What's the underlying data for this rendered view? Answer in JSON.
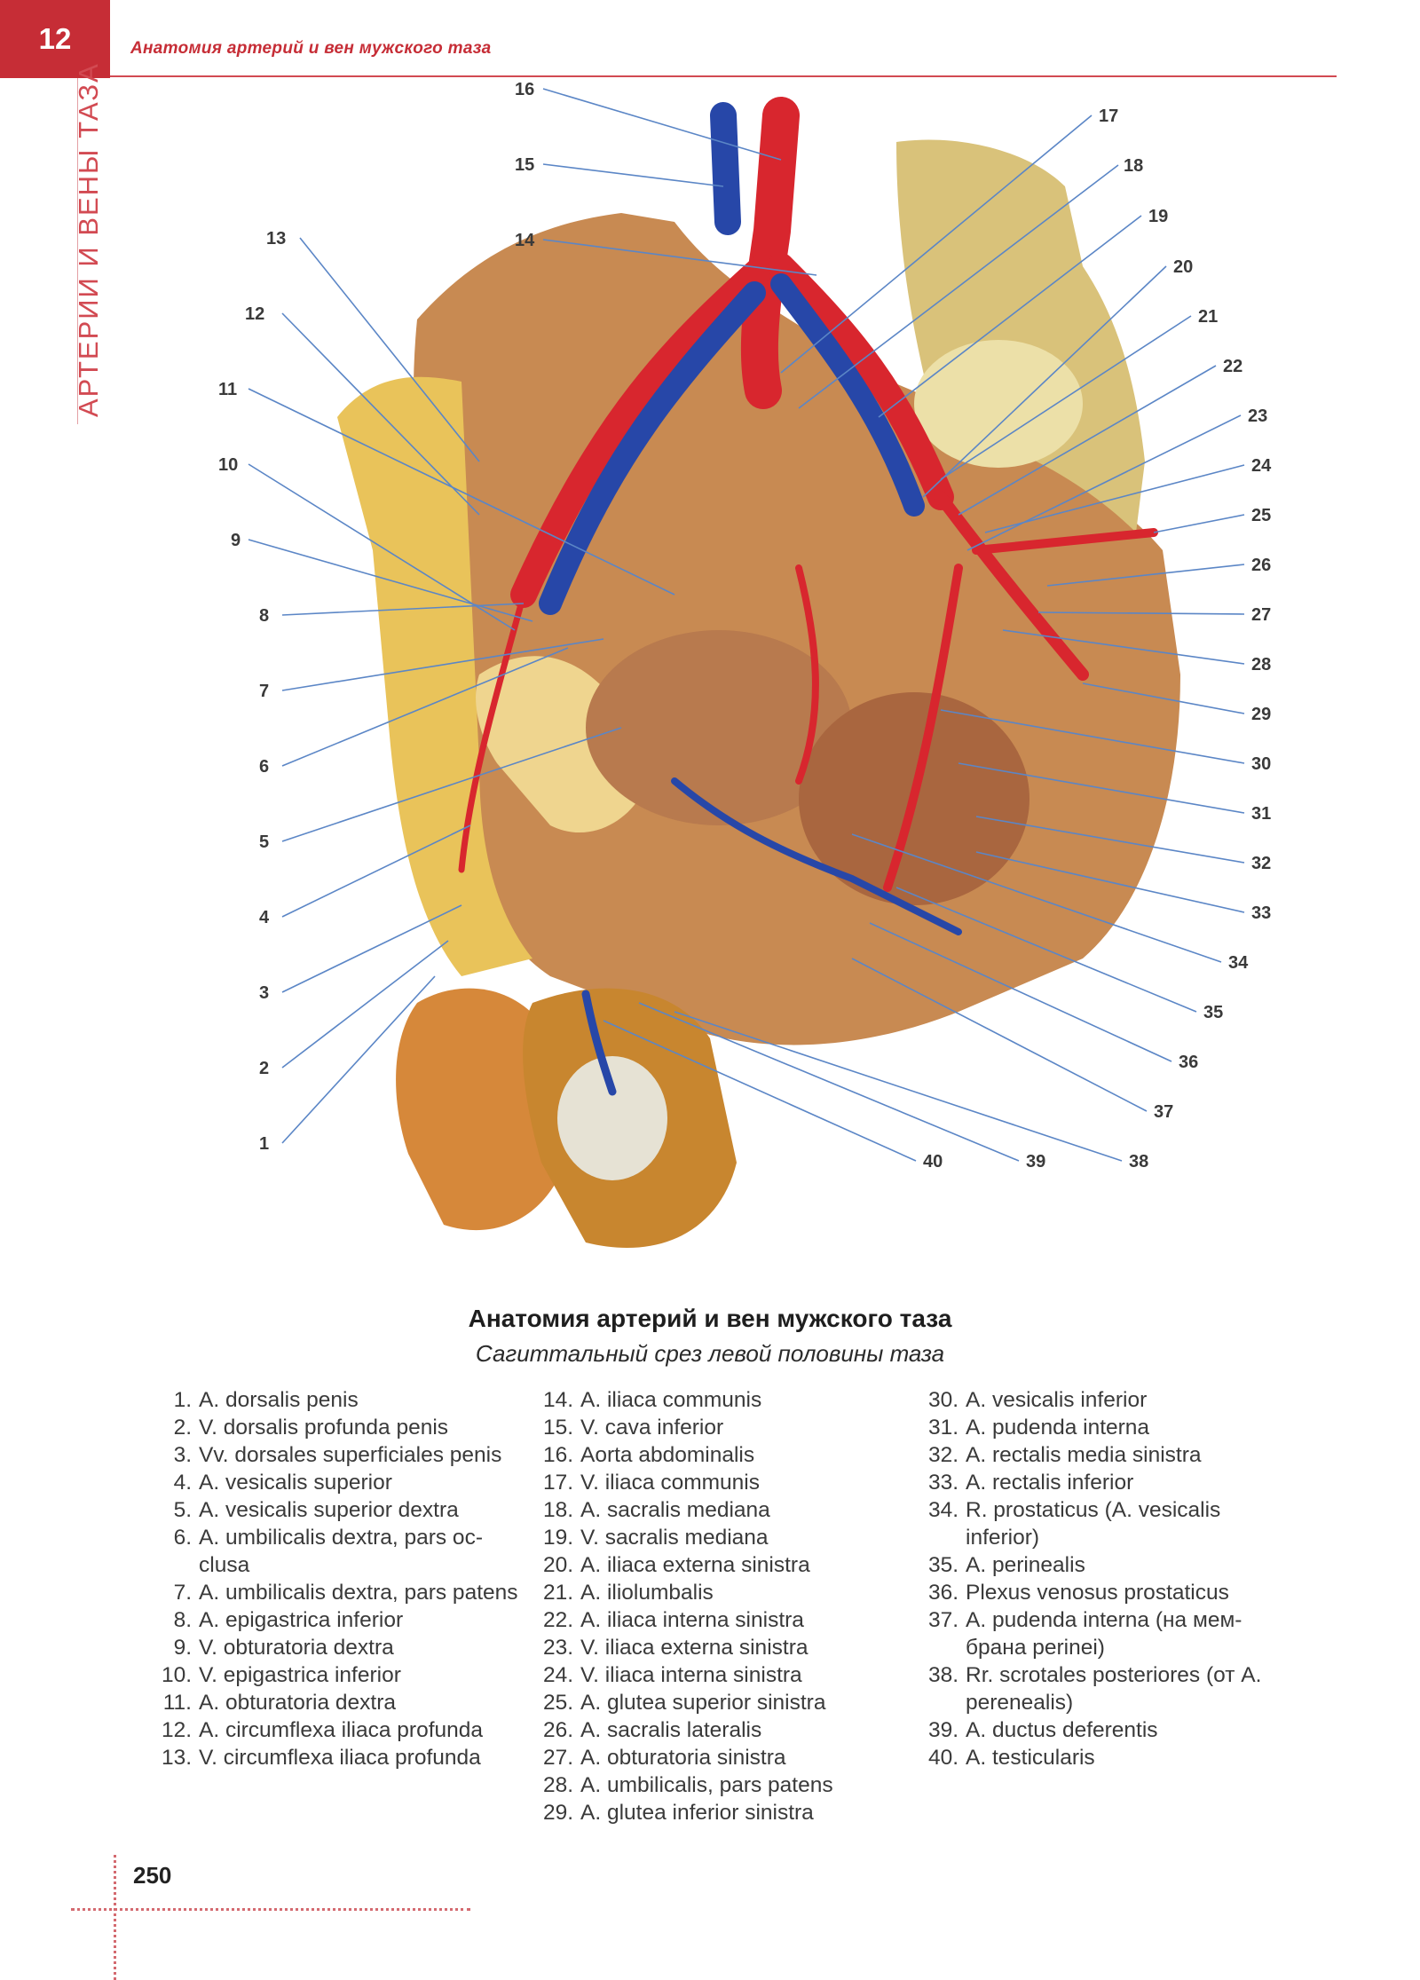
{
  "header": {
    "chapter_number": "12",
    "title": "Анатомия артерий и вен мужского таза",
    "side_title": "АРТЕРИИ И ВЕНЫ ТАЗА"
  },
  "figure": {
    "title": "Анатомия артерий и вен мужского таза",
    "subtitle": "Сагиттальный срез левой половины таза",
    "labels": [
      "1",
      "2",
      "3",
      "4",
      "5",
      "6",
      "7",
      "8",
      "9",
      "10",
      "11",
      "12",
      "13",
      "14",
      "15",
      "16",
      "17",
      "18",
      "19",
      "20",
      "21",
      "22",
      "23",
      "24",
      "25",
      "26",
      "27",
      "28",
      "29",
      "30",
      "31",
      "32",
      "33",
      "34",
      "35",
      "36",
      "37",
      "38",
      "39",
      "40"
    ]
  },
  "legend": {
    "col1": [
      {
        "num": "1.",
        "text": "A. dorsalis penis"
      },
      {
        "num": "2.",
        "text": "V. dorsalis profunda penis"
      },
      {
        "num": "3.",
        "text": "Vv. dorsales superficiales penis"
      },
      {
        "num": "4.",
        "text": "A. vesicalis superior"
      },
      {
        "num": "5.",
        "text": "A. vesicalis superior dextra"
      },
      {
        "num": "6.",
        "text": "A. umbilicalis dextra, pars oc-clusa"
      },
      {
        "num": "7.",
        "text": "A. umbilicalis dextra, pars patens"
      },
      {
        "num": "8.",
        "text": "A. epigastrica inferior"
      },
      {
        "num": "9.",
        "text": "V. obturatoria dextra"
      },
      {
        "num": "10.",
        "text": "V. epigastrica inferior"
      },
      {
        "num": "11.",
        "text": "A. obturatoria dextra"
      },
      {
        "num": "12.",
        "text": "A. circumflexa iliaca profunda"
      },
      {
        "num": "13.",
        "text": "V. circumflexa iliaca profunda"
      }
    ],
    "col2": [
      {
        "num": "14.",
        "text": "A. iliaca communis"
      },
      {
        "num": "15.",
        "text": "V. cava inferior"
      },
      {
        "num": "16.",
        "text": "Aorta abdominalis"
      },
      {
        "num": "17.",
        "text": "V. iliaca communis"
      },
      {
        "num": "18.",
        "text": "A. sacralis mediana"
      },
      {
        "num": "19.",
        "text": "V. sacralis mediana"
      },
      {
        "num": "20.",
        "text": "A. iliaca externa sinistra"
      },
      {
        "num": "21.",
        "text": "A. iliolumbalis"
      },
      {
        "num": "22.",
        "text": "A. iliaca interna sinistra"
      },
      {
        "num": "23.",
        "text": "V. iliaca externa sinistra"
      },
      {
        "num": "24.",
        "text": "V. iliaca interna sinistra"
      },
      {
        "num": "25.",
        "text": "A. glutea superior sinistra"
      },
      {
        "num": "26.",
        "text": "A. sacralis lateralis"
      },
      {
        "num": "27.",
        "text": "A. obturatoria sinistra"
      },
      {
        "num": "28.",
        "text": "A. umbilicalis, pars patens"
      },
      {
        "num": "29.",
        "text": "A. glutea inferior sinistra"
      }
    ],
    "col3": [
      {
        "num": "30.",
        "text": "A. vesicalis inferior"
      },
      {
        "num": "31.",
        "text": "A. pudenda interna"
      },
      {
        "num": "32.",
        "text": "A. rectalis media sinistra"
      },
      {
        "num": "33.",
        "text": "A. rectalis inferior"
      },
      {
        "num": "34.",
        "text": "R. prostaticus (A. vesicalis inferior)"
      },
      {
        "num": "35.",
        "text": "A. perinealis"
      },
      {
        "num": "36.",
        "text": "Plexus venosus prostaticus"
      },
      {
        "num": "37.",
        "text": "A. pudenda interna (на мем-брана perinei)"
      },
      {
        "num": "38.",
        "text": "Rr. scrotales posteriores (от A. perenealis)"
      },
      {
        "num": "39.",
        "text": "A. ductus deferentis"
      },
      {
        "num": "40.",
        "text": "A. testicularis"
      }
    ]
  },
  "footer": {
    "page_number": "250"
  },
  "colors": {
    "accent": "#c62d36",
    "artery": "#d8262e",
    "vein": "#2747a8",
    "leader": "#5b86c6"
  }
}
